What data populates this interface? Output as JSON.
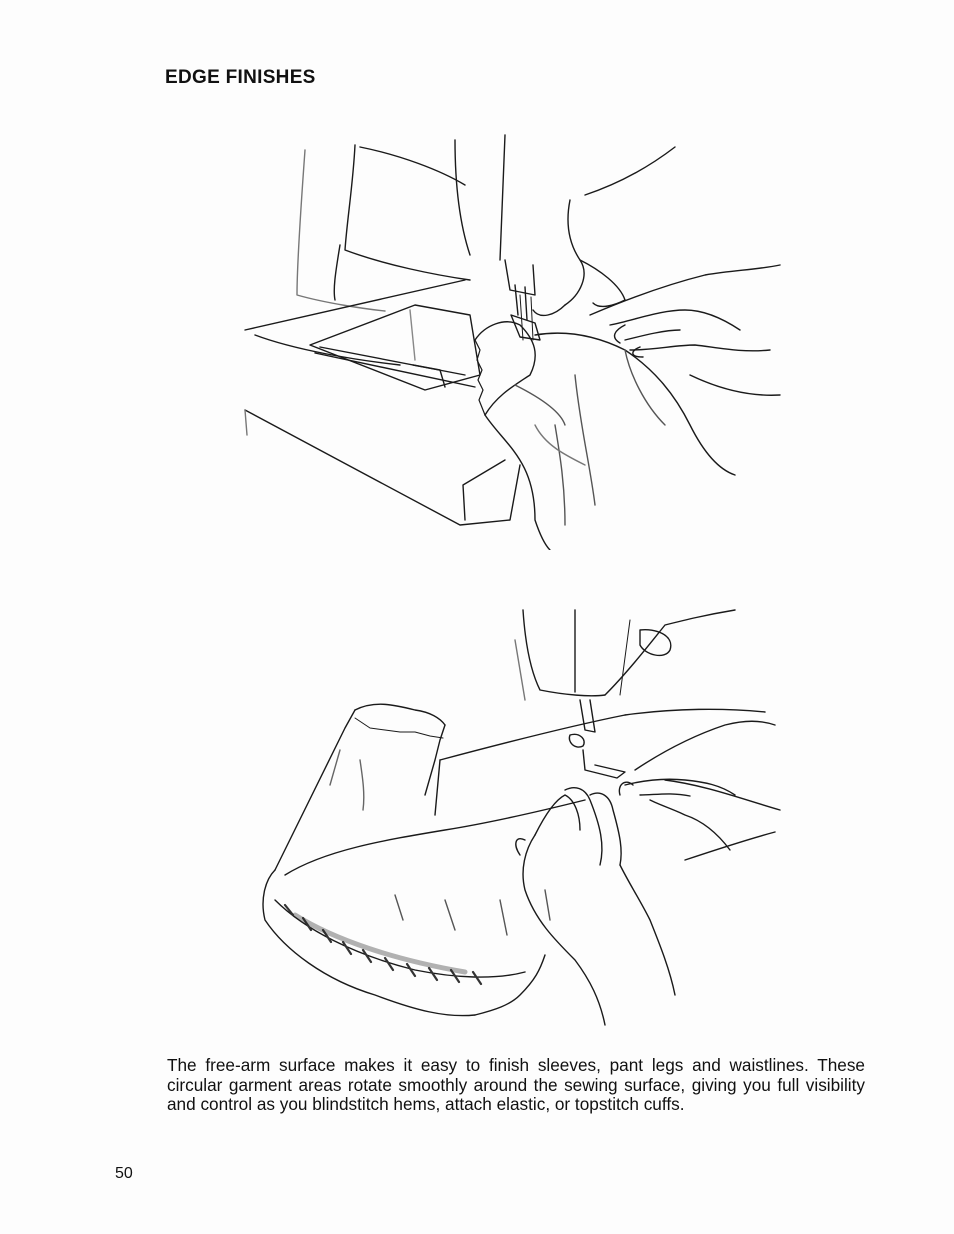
{
  "page": {
    "title": "EDGE FINISHES",
    "body": "The free-arm surface makes it easy to finish sleeves, pant legs and waistlines. These circular garment areas rotate smoothly around the sewing surface, giving you full visibility and control as you blindstitch hems, attach elastic, or topstitch cuffs.",
    "page_number": "50"
  },
  "figures": [
    {
      "name": "sleeve-edge-finishing-illustration"
    },
    {
      "name": "pant-leg-hem-illustration"
    }
  ]
}
